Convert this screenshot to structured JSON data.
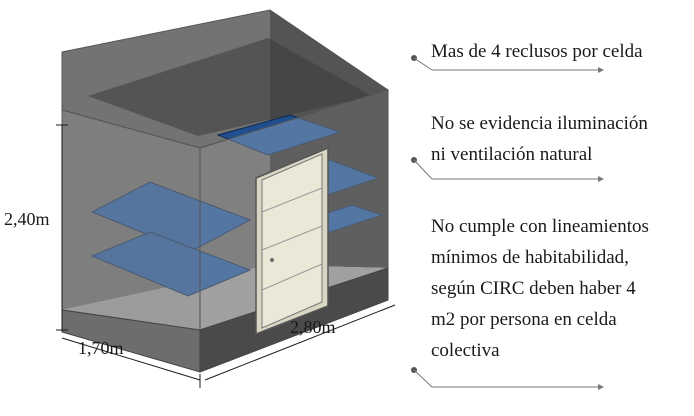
{
  "dimensions": {
    "height": "2,40m",
    "width": "1,70m",
    "length": "2,80m"
  },
  "notes": [
    {
      "lines": [
        "Mas de 4 reclusos por celda"
      ]
    },
    {
      "lines": [
        "No se evidencia iluminación",
        "ni ventilación natural"
      ]
    },
    {
      "lines": [
        "No cumple con lineamientos",
        "mínimos de habitabilidad,",
        "según CIRC deben haber 4",
        "m2 por persona en celda",
        "colectiva"
      ]
    }
  ],
  "colors": {
    "wall_dark": "#3d3d3d",
    "wall_mid": "#6b6b6b",
    "wall_light": "#a8a8a8",
    "bunk": "#1f4f8f",
    "door": "#e8e6d8"
  }
}
